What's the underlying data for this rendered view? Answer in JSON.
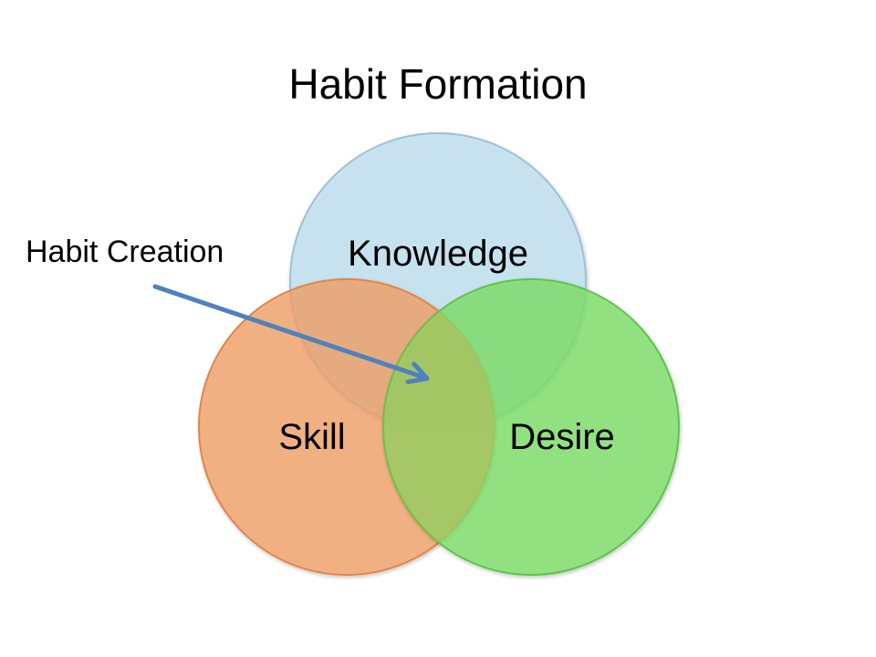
{
  "slide": {
    "title": "Habit Formation"
  },
  "diagram": {
    "circles": [
      {
        "id": "knowledge",
        "label": "Knowledge",
        "color": "#c4e2f0",
        "stroke": "#9fbfd4"
      },
      {
        "id": "skill",
        "label": "Skill",
        "color": "#f4a066",
        "stroke": "#e0854a"
      },
      {
        "id": "desire",
        "label": "Desire",
        "color": "#7ee06a",
        "stroke": "#5cc44a"
      }
    ],
    "annotation": {
      "label": "Habit Creation",
      "arrow_color": "#4f81bd"
    }
  }
}
